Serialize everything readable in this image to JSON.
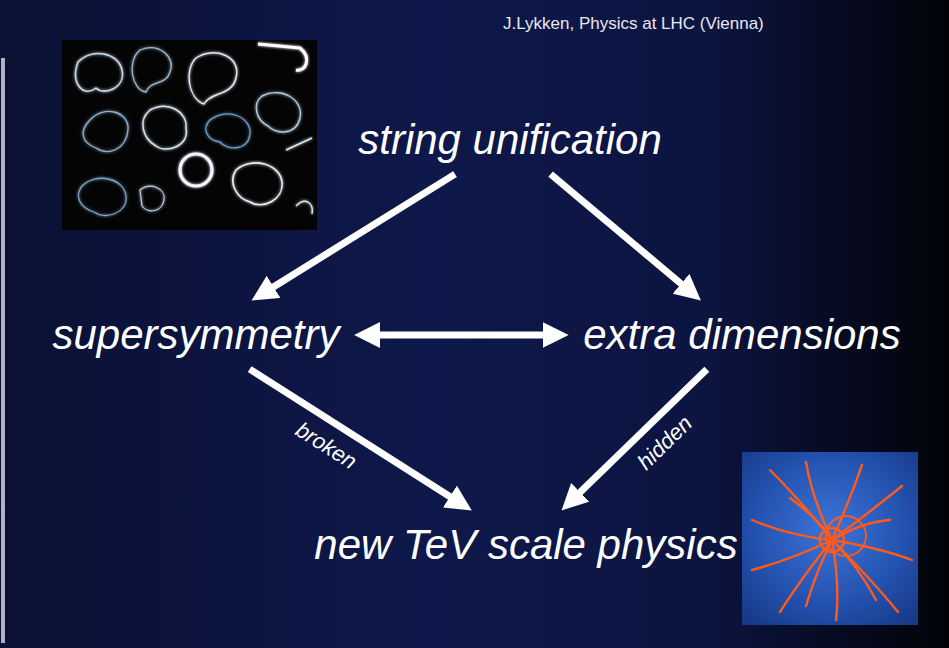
{
  "diagram": {
    "nodes": [
      {
        "text": [
          "string unification"
        ]
      },
      {
        "text": [
          "supersymmetry"
        ]
      },
      {
        "text": [
          "extra dimensions"
        ]
      },
      {
        "text": [
          "new TeV scale physics"
        ]
      }
    ],
    "edges": [
      {
        "from": 0,
        "to": 1,
        "arrow": "to"
      },
      {
        "from": 0,
        "to": 2,
        "arrow": "to"
      },
      {
        "from": 1,
        "to": 2,
        "arrow": "both"
      },
      {
        "from": 1,
        "to": 3,
        "label": "broken",
        "arrow": "to"
      },
      {
        "from": 2,
        "to": 3,
        "label": "hidden",
        "arrow": "to"
      }
    ],
    "labels": [
      "J.Lykken, Physics at LHC (Vienna)"
    ]
  }
}
